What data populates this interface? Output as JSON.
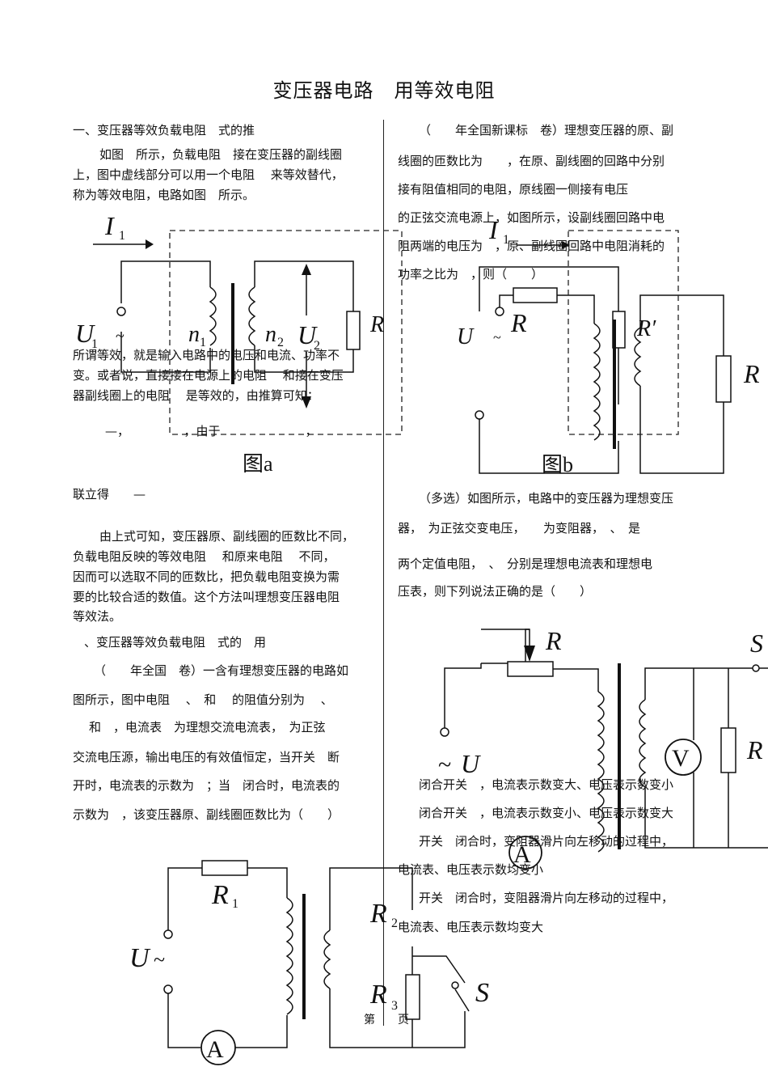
{
  "title": "变压器电路　用等效电阻",
  "left": {
    "section1_heading": "一、变压器等效负载电阻　式的推",
    "p1_line1": "如图　所示，负载电阻　接在变压器的副线圈",
    "p1_line2": "上，图中虚线部分可以用一个电阻　 来等效替代，",
    "p1_line3": "称为等效电阻，电路如图　所示。",
    "p2_line1": "所谓等效，就是输入电路中的电压和电流、功率不",
    "p2_line2": "变。或者说，直接接在电源上的电阻　 和接在变压",
    "p2_line3": "器副线圈上的电阻　 是等效的，由推算可知：",
    "formula_line": "—，　　　　　，由于　　　　　　　，",
    "lianli": "联立得　　—",
    "p3_line1": "由上式可知，变压器原、副线圈的匝数比不同，",
    "p3_line2": "负载电阻反映的等效电阻　 和原来电阻　 不同，",
    "p3_line3": "因而可以选取不同的匝数比，把负载电阻变换为需",
    "p3_line4": "要的比较合适的数值。这个方法叫理想变压器电阻",
    "p3_line5": "等效法。",
    "section2_heading": "、变压器等效负载电阻　式的　用",
    "q1_line1": "（　　年全国　卷）一含有理想变压器的电路如",
    "q1_line2": "图所示，图中电阻　 、　和　 的阻值分别为　 、",
    "q1_line3": "和　，电流表　为理想交流电流表，　为正弦",
    "q1_line4": "交流电压源，输出电压的有效值恒定，当开关　断",
    "q1_line5": "开时，电流表的示数为　；当　闭合时，电流表的",
    "q1_line6": "示数为　，该变压器原、副线圈匝数比为（　　）"
  },
  "right": {
    "q2_line1": "（　　年全国新课标　卷）理想变压器的原、副",
    "q2_line2": "线圈的匝数比为　　，在原、副线圈的回路中分别",
    "q2_line3": "接有阻值相同的电阻，原线圈一侧接有电压",
    "q2_line4": "的正弦交流电源上，如图所示，设副线圈回路中电",
    "q2_line5": "阻两端的电压为　，原、副线圈回路中电阻消耗的",
    "q2_line6": "功率之比为　，则（　　）",
    "q3_line1": "（多选）如图所示，电路中的变压器为理想变压",
    "q3_line2": "器，　为正弦交变电压，　　为变阻器，　、　是",
    "q3_line3": "两个定值电阻，　、　分别是理想电流表和理想电",
    "q3_line4": "压表，则下列说法正确的是（　　）",
    "opt1": "闭合开关　，电流表示数变大、电压表示数变小",
    "opt2": "闭合开关　，电流表示数变小、电压表示数变大",
    "opt3": "开关　闭合时，变阻器滑片向左移动的过程中，",
    "opt3b": "电流表、电压表示数均变小",
    "opt4": "开关　闭合时，变阻器滑片向左移动的过程中，",
    "opt4b": "电流表、电压表示数均变大"
  },
  "figures": {
    "fig_a_caption": "图a",
    "fig_b_caption": "图b",
    "labels": {
      "I1": "I",
      "sub1": "1",
      "U1": "U",
      "n1": "n",
      "n2": "n",
      "U2": "U",
      "sub2": "2",
      "R": "R",
      "Rprime": "R′",
      "tilde": "~",
      "U": "U",
      "S": "S",
      "V": "V",
      "A": "A",
      "R1": "R",
      "R2": "R",
      "R3": "R",
      "sub3": "3"
    }
  },
  "footer": {
    "page": "第　　页"
  }
}
